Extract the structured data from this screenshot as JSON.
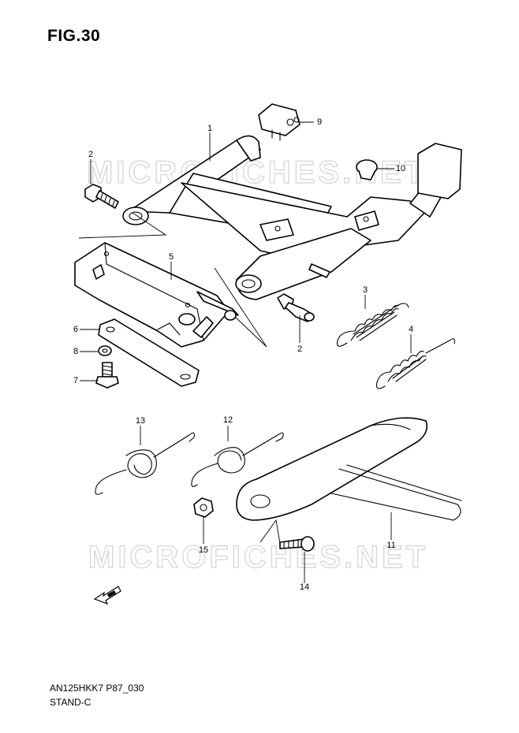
{
  "figure": {
    "title": "FIG.30"
  },
  "footer": {
    "model_code": "AN125HKK7 P87_030",
    "section": "STAND-C"
  },
  "watermark": {
    "text": "MICROFICHES.NET"
  },
  "callouts": [
    {
      "id": "1",
      "part": "main-stand"
    },
    {
      "id": "2",
      "part": "bolt"
    },
    {
      "id": "2",
      "part": "bolt"
    },
    {
      "id": "3",
      "part": "spring"
    },
    {
      "id": "4",
      "part": "spring"
    },
    {
      "id": "5",
      "part": "stand-bracket"
    },
    {
      "id": "6",
      "part": "plate"
    },
    {
      "id": "7",
      "part": "bolt"
    },
    {
      "id": "8",
      "part": "washer"
    },
    {
      "id": "9",
      "part": "cushion"
    },
    {
      "id": "10",
      "part": "rubber-stopper"
    },
    {
      "id": "11",
      "part": "side-stand"
    },
    {
      "id": "12",
      "part": "spring"
    },
    {
      "id": "13",
      "part": "spring"
    },
    {
      "id": "14",
      "part": "bolt"
    },
    {
      "id": "15",
      "part": "nut"
    }
  ],
  "fwd_icon": "fwd-arrow-icon"
}
